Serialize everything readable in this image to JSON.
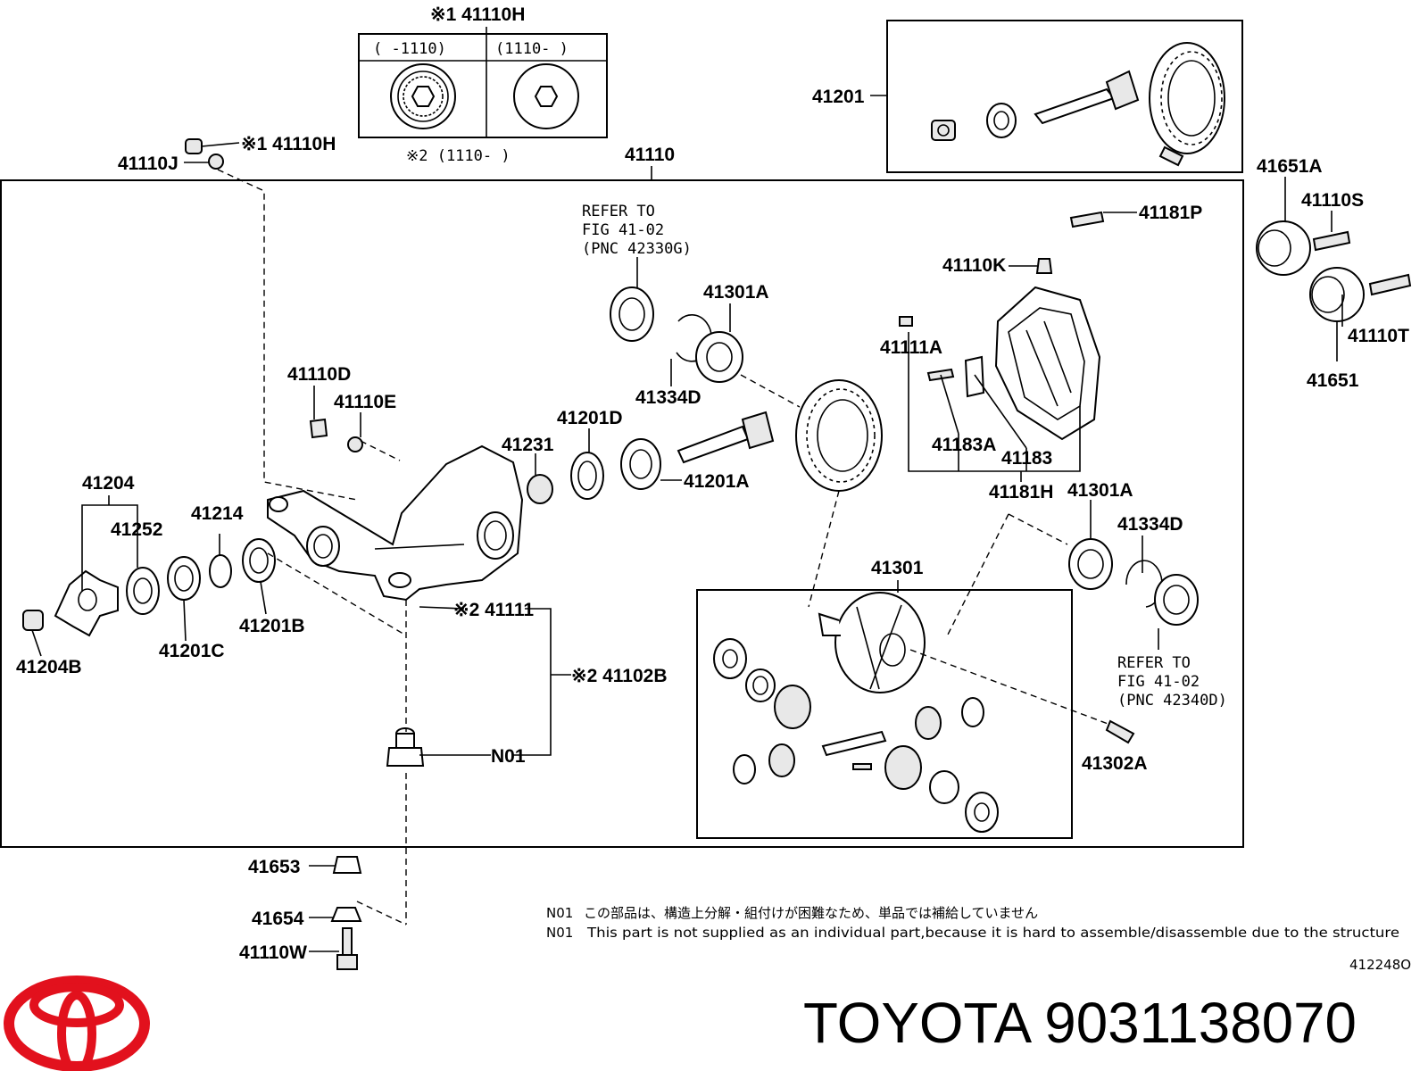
{
  "diagram": {
    "callouts": {
      "p41110H_top": "※1 41110H",
      "inset_left_header": "(      -1110)",
      "inset_right_header": "(1110-      )",
      "inset_note2": "※2 (1110-       )",
      "p41110H_side": "※1 41110H",
      "p41110J": "41110J",
      "p41110": "41110",
      "p41201": "41201",
      "p41651A": "41651A",
      "p41110S": "41110S",
      "p41110T": "41110T",
      "p41651": "41651",
      "p41181P": "41181P",
      "p41110K": "41110K",
      "p41111A": "41111A",
      "p41183A": "41183A",
      "p41183": "41183",
      "p41181H": "41181H",
      "p41301A_top": "41301A",
      "p41301A_bottom": "41301A",
      "p41334D_top": "41334D",
      "p41334D_bottom": "41334D",
      "p41110D": "41110D",
      "p41110E": "41110E",
      "p41201D": "41201D",
      "p41231": "41231",
      "p41201A": "41201A",
      "p41204": "41204",
      "p41252": "41252",
      "p41214": "41214",
      "p41201B": "41201B",
      "p41201C": "41201C",
      "p41204B": "41204B",
      "p41111": "※2 41111",
      "p41102B": "※2 41102B",
      "pN01": "N01",
      "p41301": "41301",
      "p41302A": "41302A",
      "p41653": "41653",
      "p41654": "41654",
      "p41110W": "41110W"
    },
    "refer_top": [
      "REFER TO",
      "FIG 41-02",
      "(PNC 42330G)"
    ],
    "refer_bottom": [
      "REFER TO",
      "FIG 41-02",
      "(PNC 42340D)"
    ],
    "notes": {
      "jp_code": "N01",
      "jp_text": "この部品は、構造上分解・組付けが困難なため、単品では補給していません",
      "en_code": "N01",
      "en_text": "This part is not supplied as an individual part,because it is hard to assemble/disassemble due to the structure"
    },
    "diagram_id": "412248O"
  },
  "brand": {
    "logo": "toyota-logo",
    "logo_color": "#e2111d",
    "caption": "TOYOTA 9031138070"
  }
}
